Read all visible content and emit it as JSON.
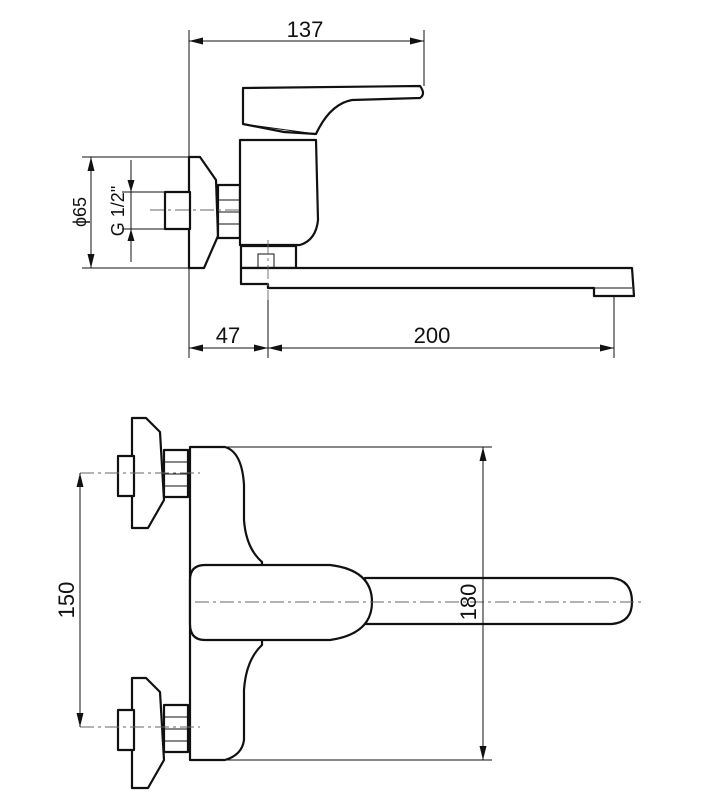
{
  "dimensions": {
    "overall_length": "137",
    "wall_to_axis": "47",
    "spout_reach": "200",
    "flange_diameter": "ϕ65",
    "thread": "G 1/2\"",
    "inlet_spacing": "150",
    "body_height": "180"
  },
  "colors": {
    "line": "#111111",
    "background": "#ffffff"
  }
}
